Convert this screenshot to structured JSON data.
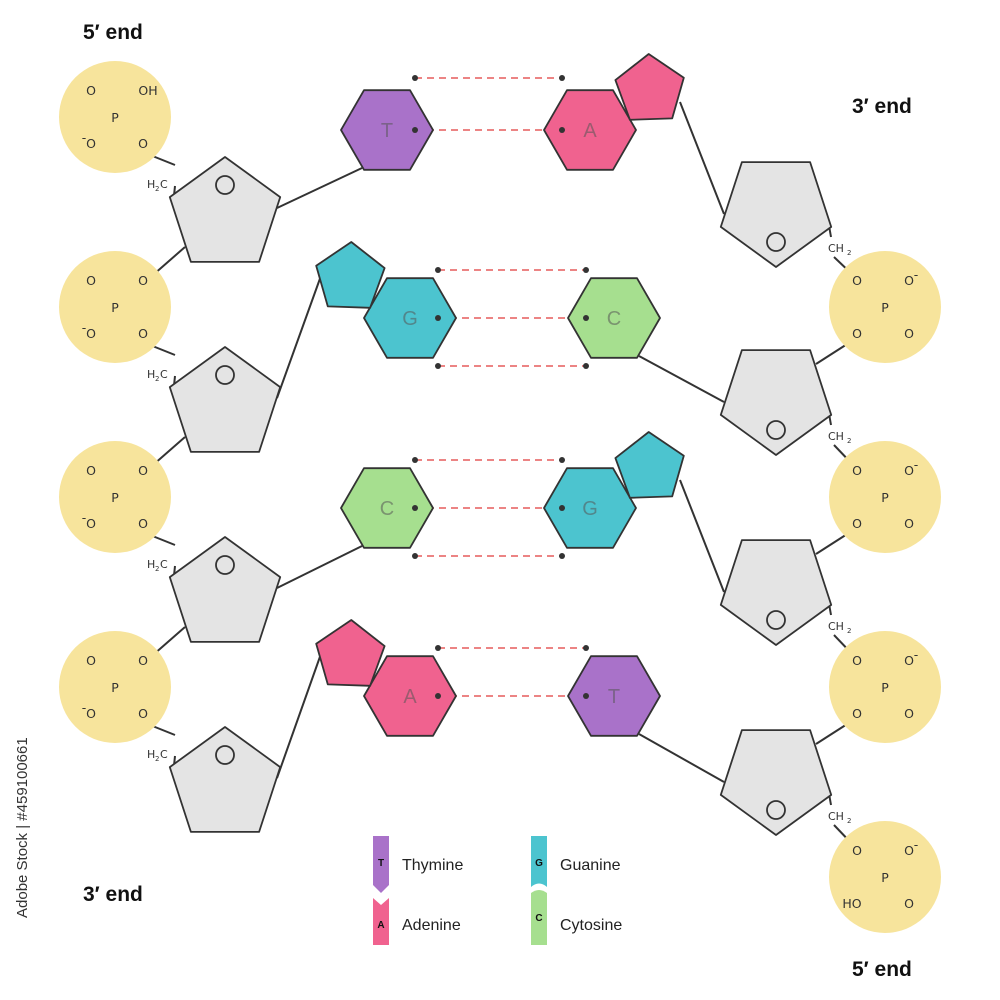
{
  "labels": {
    "top_left": "5′ end",
    "top_right": "3′ end",
    "bottom_left": "3′ end",
    "bottom_right": "5′ end"
  },
  "chemistry": {
    "oxygen": "O",
    "phosphorus": "P",
    "hydroxyl_right": "OH",
    "hydroxyl_left": "HO",
    "negative_charge": "-",
    "ch2_main": "CH",
    "ch2_sub": "2",
    "h2c_main": "H",
    "h2c_sub": "2",
    "h2c_tail": "C"
  },
  "base_pairs": [
    {
      "left": "T",
      "right": "A",
      "hydrogen_bonds": 2
    },
    {
      "left": "G",
      "right": "C",
      "hydrogen_bonds": 3
    },
    {
      "left": "C",
      "right": "G",
      "hydrogen_bonds": 3
    },
    {
      "left": "A",
      "right": "T",
      "hydrogen_bonds": 2
    }
  ],
  "legend": [
    {
      "letter": "T",
      "name": "Thymine",
      "color": "#a972c9"
    },
    {
      "letter": "A",
      "name": "Adenine",
      "color": "#f0628f"
    },
    {
      "letter": "G",
      "name": "Guanine",
      "color": "#4cc4cf"
    },
    {
      "letter": "C",
      "name": "Cytosine",
      "color": "#a6df8f"
    }
  ],
  "colors": {
    "phosphate": "#f7e49c",
    "sugar": "#e4e4e4",
    "outline": "#333333",
    "hydrogen_bond": "#e03a3a",
    "thymine": "#a972c9",
    "adenine": "#f0628f",
    "guanine": "#4cc4cf",
    "cytosine": "#a6df8f"
  },
  "watermark": "Adobe Stock | #459100661"
}
